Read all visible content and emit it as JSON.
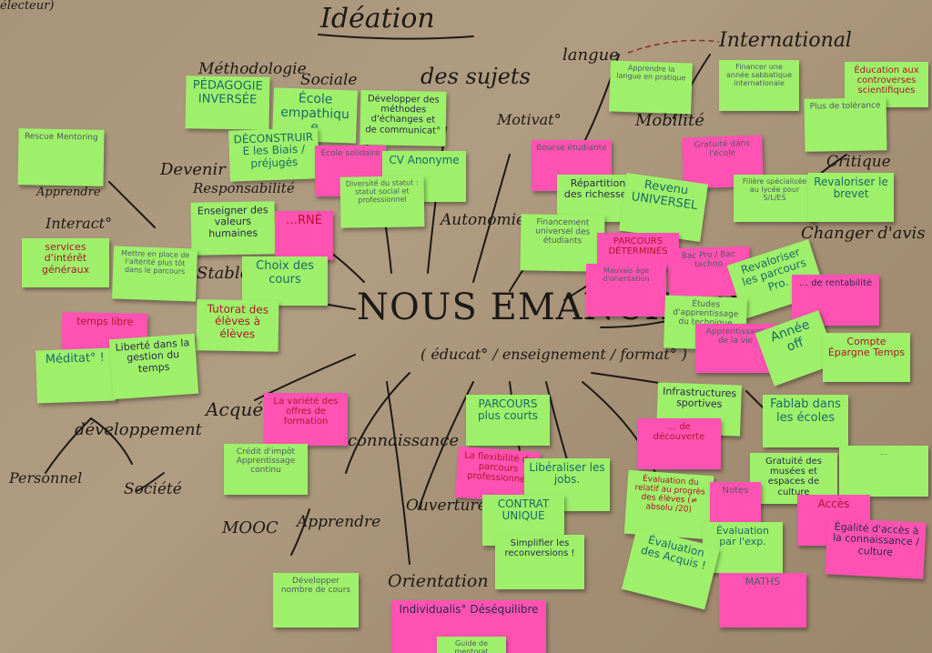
{
  "title": "Idéation",
  "center": {
    "main": "NOUS EMANCIPER",
    "sub": "( éducat° / enseignement / format° )"
  },
  "branches": {
    "methodologie": "Méthodologie",
    "sociale": "Sociale",
    "des_sujets": "des sujets",
    "langue": "langue",
    "international": "International",
    "mobilite": "Mobilité",
    "motivat": "Motivat°",
    "critique": "Critique",
    "devenir_acteur": "Devenir acteur",
    "responsabilite": "Responsabilité",
    "autonomie": "Autonomie",
    "changer_avis": "Changer d'avis",
    "interact": "Interact°",
    "apprendre_top": "Apprendre",
    "developpement": "développement",
    "personnel": "Personnel",
    "societe": "Société",
    "acquerir": "Acquérir",
    "connaissance": "connaissance",
    "mooc": "MOOC",
    "apprendre": "Apprendre",
    "ouverture": "Ouverture",
    "orientation": "Orientation",
    "stable": "Stable",
    "celecteur": "électeur)"
  },
  "notes": [
    {
      "id": "pedagogie-inversee",
      "text": "PÉDAGOGIE INVERSÉE"
    },
    {
      "id": "ecole-empathique",
      "text": "École empathique"
    },
    {
      "id": "developper-methodes",
      "text": "Développer des méthodes d'échanges et de communicat°"
    },
    {
      "id": "deconstruire-biais",
      "text": "DÉCONSTRUIRE les Biais / préjugés"
    },
    {
      "id": "rescue-mentoring",
      "text": "Rescue Mentoring"
    },
    {
      "id": "ecole-solidaire",
      "text": "École solidaire"
    },
    {
      "id": "cv-anonyme",
      "text": "CV Anonyme"
    },
    {
      "id": "diversite-statut",
      "text": "Diversité du statut : statut social et professionnel"
    },
    {
      "id": "enseigner-valeurs",
      "text": "Enseigner des valeurs humaines"
    },
    {
      "id": "parrainage",
      "text": "…RNÉ"
    },
    {
      "id": "services-interet",
      "text": "services d'intérêt généraux"
    },
    {
      "id": "mettre-en-place",
      "text": "Mettre en place de l'altérité plus tôt dans le parcours"
    },
    {
      "id": "choix-cours",
      "text": "Choix des cours"
    },
    {
      "id": "tutorat",
      "text": "Tutorat des élèves à élèves"
    },
    {
      "id": "temps-libre",
      "text": "temps libre"
    },
    {
      "id": "meditation",
      "text": "Méditat° !"
    },
    {
      "id": "liberte-gestion",
      "text": "Liberté dans la gestion du temps"
    },
    {
      "id": "apprendre-langue",
      "text": "Apprendre la langue en pratique"
    },
    {
      "id": "financer-annee",
      "text": "Financer une année sabbatique internationale"
    },
    {
      "id": "education-controverses",
      "text": "Éducation aux controverses scientifiques"
    },
    {
      "id": "bourse-etudiante",
      "text": "Bourse étudiante"
    },
    {
      "id": "plus-de-tolerance",
      "text": "Plus de tolérance"
    },
    {
      "id": "gratuite-dans-ecole",
      "text": "Gratuité dans l'école"
    },
    {
      "id": "repartition-richesses",
      "text": "Répartition des richesses"
    },
    {
      "id": "revenu-universel",
      "text": "Revenu UNIVERSEL"
    },
    {
      "id": "filiere-specialisee",
      "text": "Filière spécialisée au lycée pour S/L/ES"
    },
    {
      "id": "revaloriser-brevet",
      "text": "Revaloriser le brevet"
    },
    {
      "id": "financement-universel",
      "text": "Financement universel des étudiants"
    },
    {
      "id": "parcours-determines",
      "text": "PARCOURS DÉTERMINÉS"
    },
    {
      "id": "bac-pro",
      "text": "Bac Pro / Bac techno"
    },
    {
      "id": "revaloriser-parcours",
      "text": "Revaloriser les parcours Pro."
    },
    {
      "id": "notion-rentabilite",
      "text": "… de rentabilité"
    },
    {
      "id": "mauvais-age",
      "text": "Mauvais âge d'orientation"
    },
    {
      "id": "etudes-apprentissage",
      "text": "Études d'apprentissage du technique"
    },
    {
      "id": "apprentissage-vie",
      "text": "Apprentissage de la vie"
    },
    {
      "id": "annee-off",
      "text": "Année off"
    },
    {
      "id": "compte-epargne",
      "text": "Compte Épargne Temps"
    },
    {
      "id": "parcours-plus-courts",
      "text": "PARCOURS plus courts"
    },
    {
      "id": "infrastructures",
      "text": "Infrastructures sportives"
    },
    {
      "id": "fablab",
      "text": "Fablab dans les écoles"
    },
    {
      "id": "variete-offres",
      "text": "La variété des offres de formation"
    },
    {
      "id": "credit-impot",
      "text": "Crédit d'impôt Apprentissage continu"
    },
    {
      "id": "flexibilite",
      "text": "La flexibilité du parcours professionnel"
    },
    {
      "id": "liberaliser-jobs",
      "text": "Libéraliser les jobs."
    },
    {
      "id": "contrat-unique",
      "text": "CONTRAT UNIQUE"
    },
    {
      "id": "decouverte",
      "text": "… de découverte"
    },
    {
      "id": "evaluation-relative",
      "text": "Évaluation du relatif au progrès des élèves (≠ absolu /20)"
    },
    {
      "id": "gratuite-musees",
      "text": "Gratuité des musées et espaces de culture"
    },
    {
      "id": "une-note",
      "text": "…"
    },
    {
      "id": "notes",
      "text": "Notes"
    },
    {
      "id": "acces",
      "text": "Accès"
    },
    {
      "id": "evaluation-exp",
      "text": "Évaluation par l'exp."
    },
    {
      "id": "egalite-acces",
      "text": "Égalité d'accès à la connaissance / culture"
    },
    {
      "id": "simplifier-reconversions",
      "text": "Simplifier les reconversions !"
    },
    {
      "id": "evaluation-acquis",
      "text": "Évaluation des Acquis !"
    },
    {
      "id": "developper-nombre",
      "text": "Développer nombre de cours"
    },
    {
      "id": "maths",
      "text": "MATHS"
    },
    {
      "id": "individualis-desequilibre",
      "text": "Individualis° Déséquilibre"
    },
    {
      "id": "guide-mentorat",
      "text": "Guide de mentorat"
    }
  ],
  "colors": {
    "paper": "#a89479",
    "green_note": "#9ef06a",
    "pink_note": "#ff52b3",
    "ink": "#1d1a17"
  }
}
